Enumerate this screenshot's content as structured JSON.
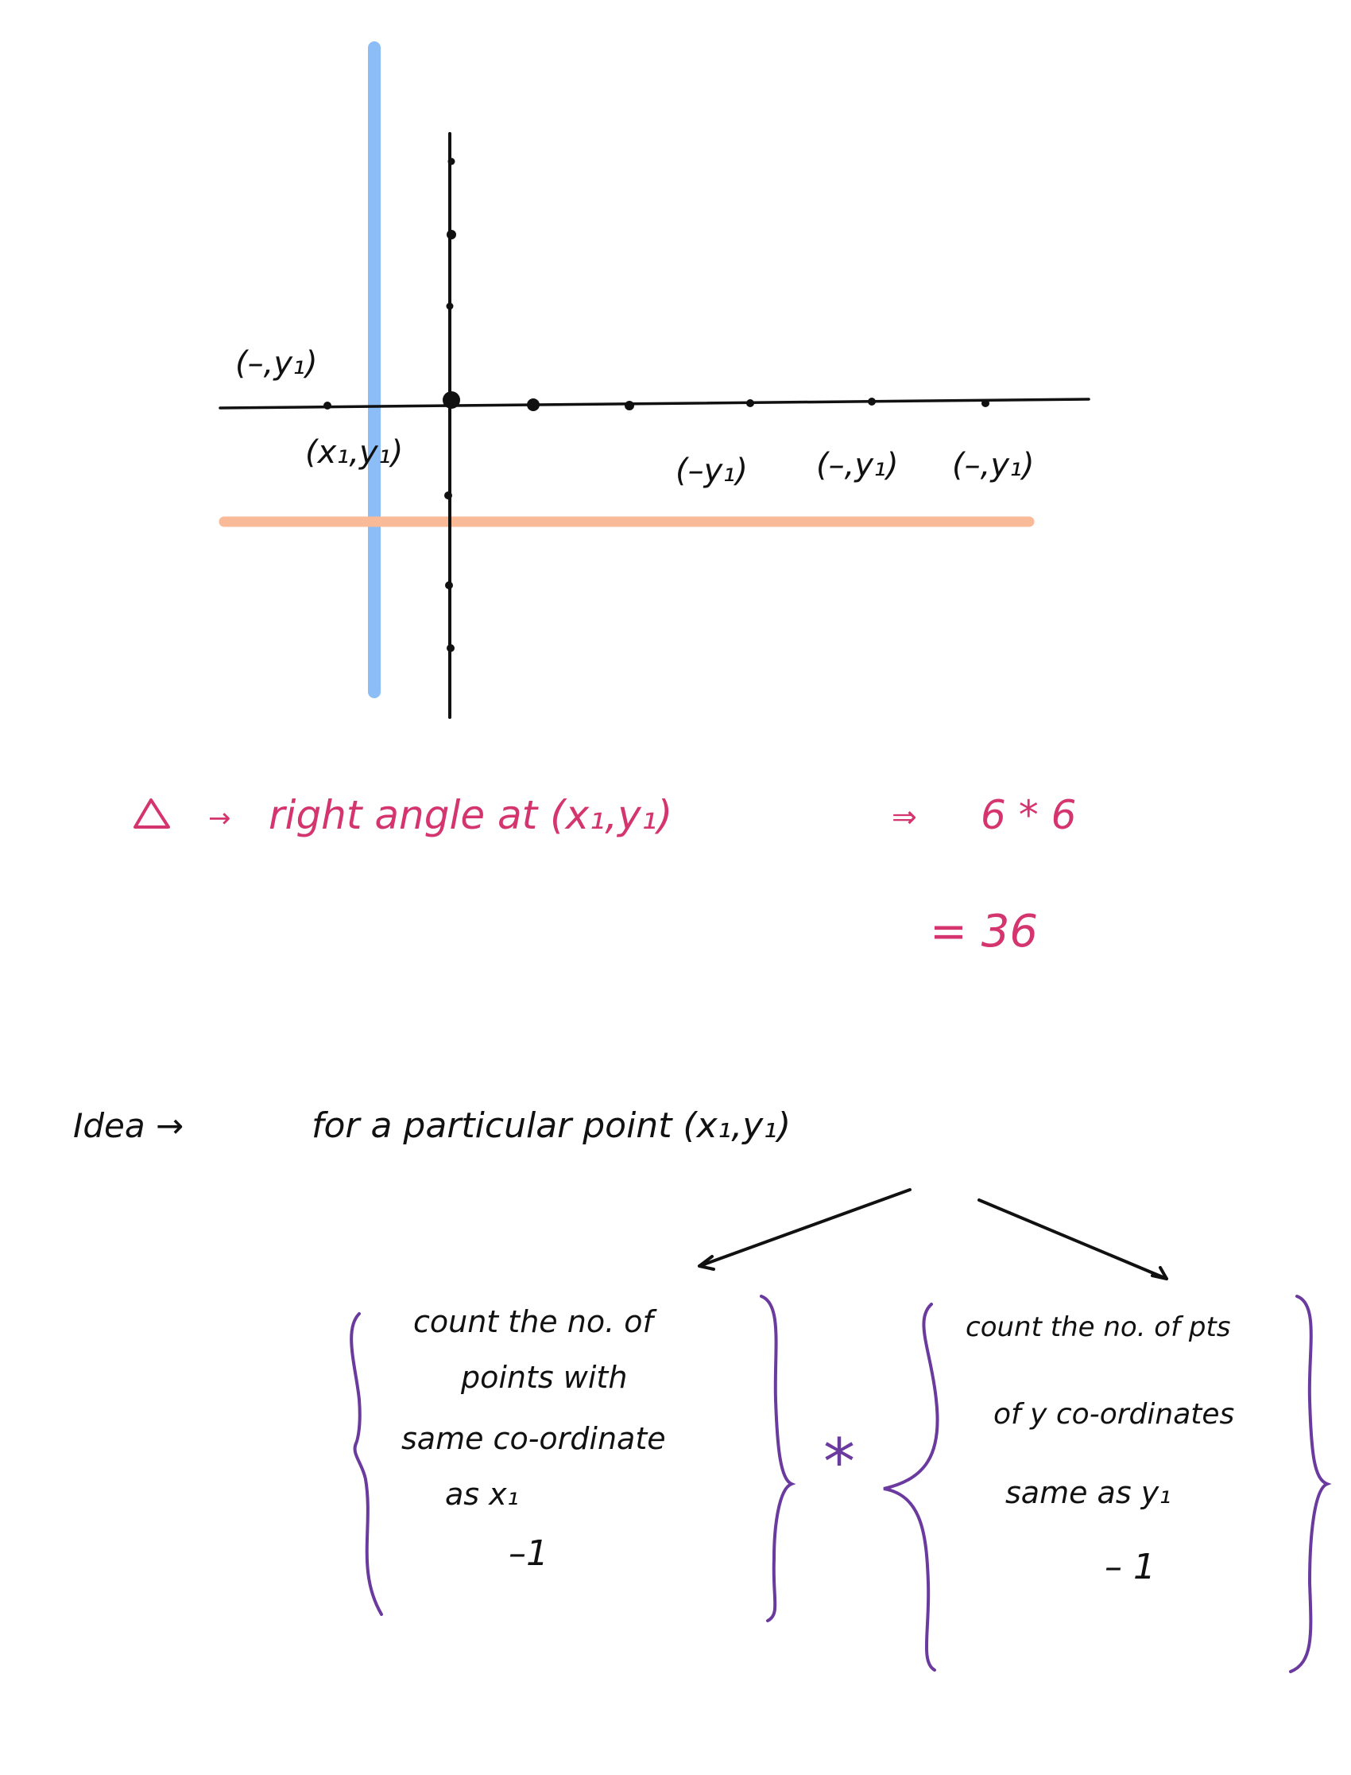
{
  "colors": {
    "ink": "#111111",
    "highlight_blue": "#8cbdf7",
    "highlight_orange": "#f9bb97",
    "annotation_pink": "#d4356f",
    "brace_purple": "#6a3a9e"
  },
  "graph_labels": {
    "left_upper": "(–,y₁)",
    "left_lower": "(x₁,y₁)",
    "right_1": "(–y₁)",
    "right_2": "(–,y₁)",
    "right_3": "(–,y₁)"
  },
  "annotation": {
    "triangle": "Δ",
    "arrow": "→",
    "text": "right angle at (x₁,y₁)",
    "implies": "⇒",
    "product": "6 * 6",
    "result": "= 36"
  },
  "idea": {
    "label": "Idea →",
    "text": "for a particular point (x₁,y₁)"
  },
  "left_box": {
    "line1": "count the no. of",
    "line2": "points with",
    "line3": "same co-ordinate",
    "line4": "as x₁",
    "line5": "–1"
  },
  "multiply": "*",
  "right_box": {
    "line1": "count the no. of pts",
    "line2": "of y co-ordinates",
    "line3": "same as y₁",
    "line4": "– 1"
  }
}
